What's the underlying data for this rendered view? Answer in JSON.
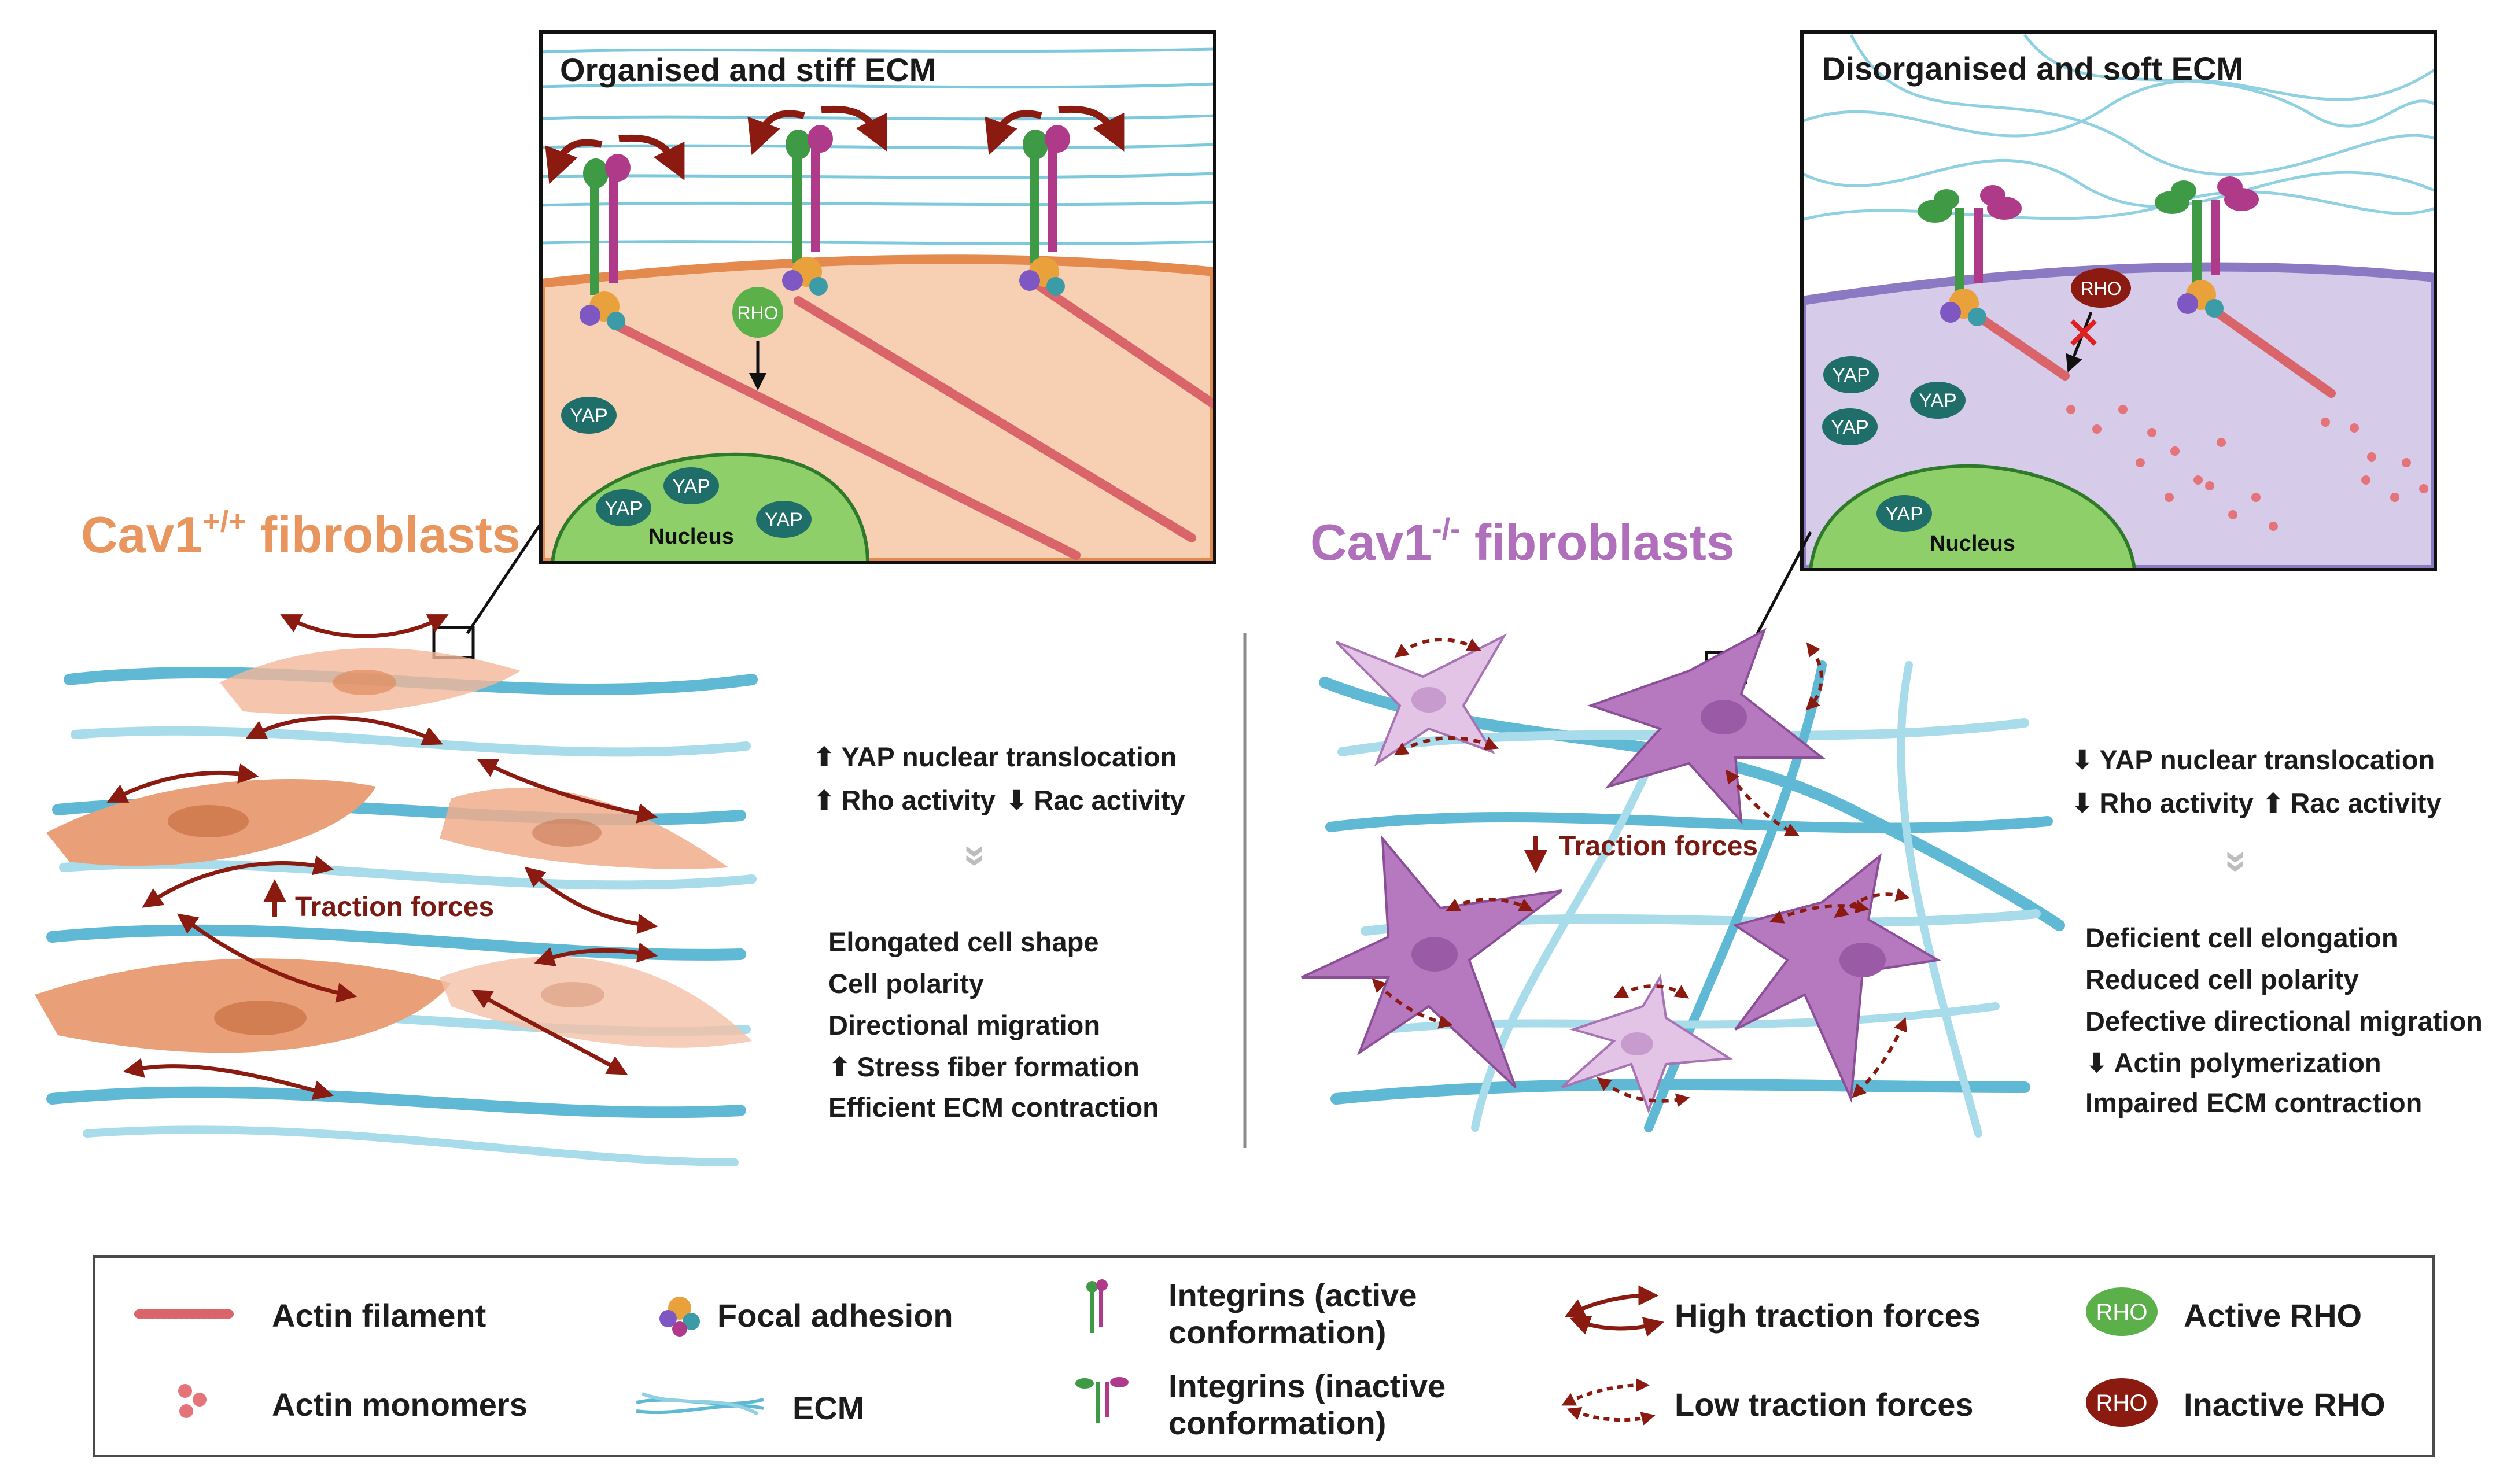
{
  "left": {
    "inset_title": "Organised and stiff ECM",
    "cell_title_main": "Cav1",
    "cell_title_sup": "+/+",
    "cell_title_rest": " fibroblasts",
    "yap": "YAP",
    "nucleus": "Nucleus",
    "rho": "RHO",
    "traction": "Traction forces",
    "effects": [
      {
        "dir": "up",
        "text": "YAP nuclear translocation"
      },
      {
        "dir": "up",
        "text": "Rho activity"
      },
      {
        "dir": "down",
        "text": "Rac activity"
      }
    ],
    "outcomes": [
      {
        "dir": "",
        "text": "Elongated cell shape"
      },
      {
        "dir": "",
        "text": "Cell polarity"
      },
      {
        "dir": "",
        "text": "Directional migration"
      },
      {
        "dir": "up",
        "text": "Stress fiber formation"
      },
      {
        "dir": "",
        "text": "Efficient ECM contraction"
      }
    ],
    "chevron": "»"
  },
  "right": {
    "inset_title": "Disorganised and soft ECM",
    "cell_title_main": "Cav1",
    "cell_title_sup": "-/-",
    "cell_title_rest": " fibroblasts",
    "yap": "YAP",
    "nucleus": "Nucleus",
    "rho": "RHO",
    "traction": "Traction forces",
    "effects": [
      {
        "dir": "down",
        "text": "YAP nuclear translocation"
      },
      {
        "dir": "down",
        "text": "Rho activity"
      },
      {
        "dir": "up",
        "text": "Rac activity"
      }
    ],
    "outcomes": [
      {
        "dir": "",
        "text": "Deficient cell elongation"
      },
      {
        "dir": "",
        "text": "Reduced cell polarity"
      },
      {
        "dir": "",
        "text": "Defective directional migration"
      },
      {
        "dir": "down",
        "text": "Actin polymerization"
      },
      {
        "dir": "",
        "text": "Impaired ECM contraction"
      }
    ],
    "chevron": "»"
  },
  "legend": {
    "actin_filament": "Actin filament",
    "actin_monomers": "Actin monomers",
    "focal_adhesion": "Focal adhesion",
    "ecm": "ECM",
    "integrins_active_1": "Integrins (active",
    "integrins_active_2": "conformation)",
    "integrins_inactive_1": "Integrins (inactive",
    "integrins_inactive_2": "conformation)",
    "high_traction": "High traction forces",
    "low_traction": "Low traction forces",
    "rho_badge": "RHO",
    "active_rho": "Active RHO",
    "inactive_rho": "Inactive RHO"
  },
  "colors": {
    "ecm": "#5fb9d4",
    "wt_cell": "#e9a078",
    "ko_cell": "#b679bf",
    "traction_arrow": "#8b1a10",
    "yap": "#1f6e6a",
    "active_rho": "#5cb04a",
    "inactive_rho": "#8b1a10",
    "nucleus": "#8fcf6a"
  }
}
